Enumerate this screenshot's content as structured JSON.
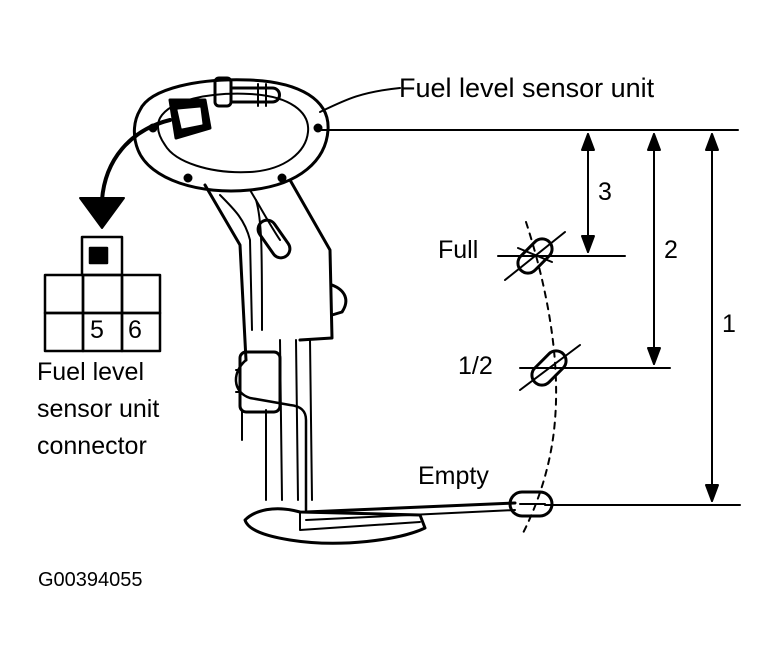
{
  "labels": {
    "sensor_unit": "Fuel level sensor unit",
    "connector_line1": "Fuel level",
    "connector_line2": "sensor unit",
    "connector_line3": "connector",
    "full": "Full",
    "half": "1/2",
    "empty": "Empty",
    "dim1": "1",
    "dim2": "2",
    "dim3": "3",
    "pin5": "5",
    "pin6": "6",
    "figure_code": "G00394055"
  },
  "icons": [
    "curved-arrow-icon",
    "float-icon"
  ],
  "colors": {
    "ink": "#000000",
    "paper": "#ffffff"
  }
}
